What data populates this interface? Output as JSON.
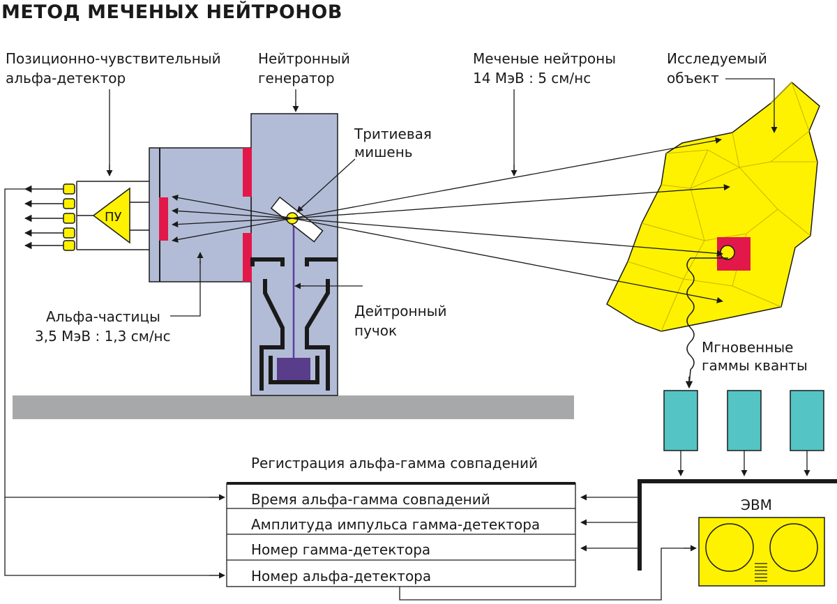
{
  "title": "МЕТОД МЕЧЕНЫХ НЕЙТРОНОВ",
  "labels": {
    "alpha_detector": [
      "Позиционно-чувствительный",
      "альфа-детектор"
    ],
    "neutron_generator": [
      "Нейтронный",
      "генератор"
    ],
    "tagged_neutrons": [
      "Меченые нейтроны",
      "14 МэВ : 5 см/нс"
    ],
    "object": [
      "Исследуемый",
      "объект"
    ],
    "tritium_target": [
      "Тритиевая",
      "мишень"
    ],
    "alpha_particles": [
      "Альфа-частицы",
      "3,5 МэВ : 1,3 см/нс"
    ],
    "deuteron_beam": [
      "Дейтронный",
      "пучок"
    ],
    "prompt_gamma": [
      "Мгновенные",
      "гаммы кванты"
    ],
    "amplifier": "ПУ",
    "computer": "ЭВМ",
    "registration_title": "Регистрация альфа-гамма совпадений"
  },
  "registration_rows": [
    "Время альфа-гамма совпадений",
    "Амплитуда импульса гамма-детектора",
    "Номер гамма-детектора",
    "Номер альфа-детектора"
  ],
  "colors": {
    "generator_body": "#b2bcd6",
    "magenta": "#e2184a",
    "yellow": "#fff200",
    "teal": "#55c4c4",
    "floor": "#a7a8aa",
    "deuteron_source": "#5a3d8a",
    "beam_line": "#5b3fa0"
  }
}
